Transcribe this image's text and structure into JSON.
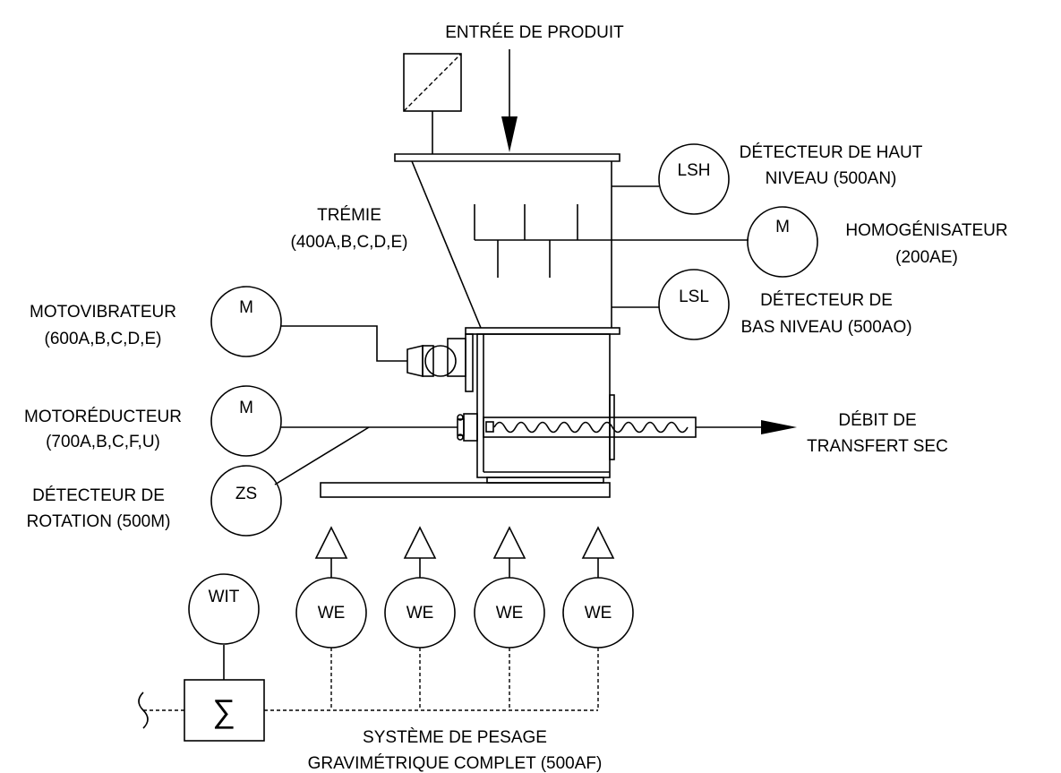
{
  "labels": {
    "product_inlet": "ENTRÉE DE PRODUIT",
    "high_level_1": "DÉTECTEUR DE HAUT",
    "high_level_2": "NIVEAU (500AN)",
    "homogenizer_1": "HOMOGÉNISATEUR",
    "homogenizer_2": "(200AE)",
    "hopper_1": "TRÉMIE",
    "hopper_2": "(400A,B,C,D,E)",
    "low_level_1": "DÉTECTEUR DE",
    "low_level_2": "BAS NIVEAU (500AO)",
    "vibrator_1": "MOTOVIBRATEUR",
    "vibrator_2": "(600A,B,C,D,E)",
    "gear_motor_1": "MOTORÉDUCTEUR",
    "gear_motor_2": "(700A,B,C,F,U)",
    "rotation_1": "DÉTECTEUR DE",
    "rotation_2": "ROTATION (500M)",
    "flow_1": "DÉBIT DE",
    "flow_2": "TRANSFERT SEC",
    "weighing_1": "SYSTÈME DE PESAGE",
    "weighing_2": "GRAVIMÉTRIQUE COMPLET (500AF)"
  },
  "instruments": {
    "lsh": "LSH",
    "homogenizer_motor": "M",
    "lsl": "LSL",
    "vibrator_motor": "M",
    "gear_motor": "M",
    "zs": "ZS",
    "wit": "WIT",
    "we1": "WE",
    "we2": "WE",
    "we3": "WE",
    "we4": "WE"
  },
  "summation_symbol": "∑"
}
